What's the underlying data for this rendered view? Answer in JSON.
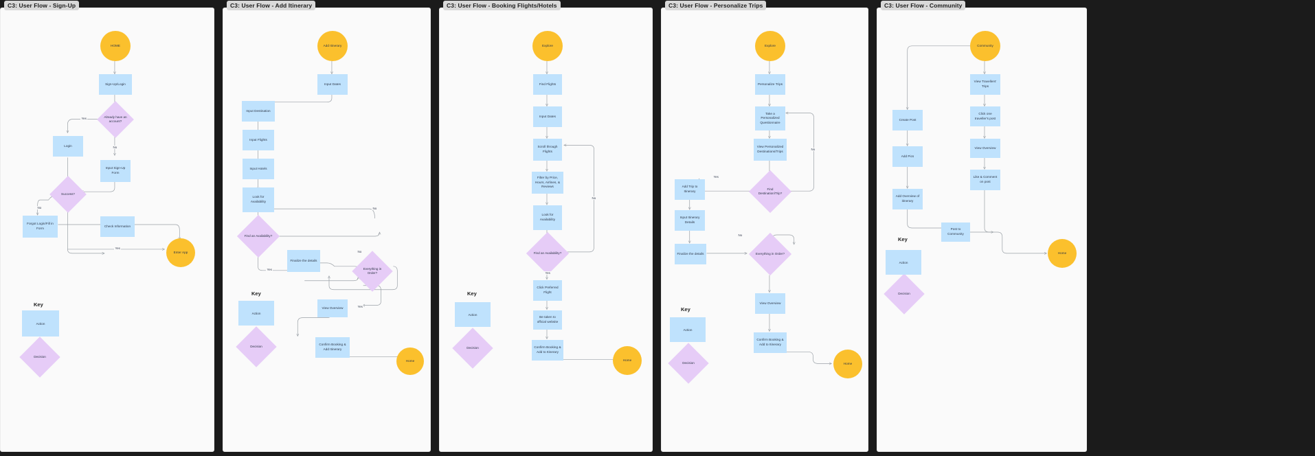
{
  "board": {
    "background": "#1b1b1b",
    "colors": {
      "action": "#bfe2fd",
      "decision": "#e6ccf7",
      "terminal": "#fbc02d",
      "canvas": "#fafafa",
      "edge": "#9aa0a6",
      "title_chip": "#d9d9d9"
    }
  },
  "frames": [
    {
      "title": "C3: User Flow - Sign-Up",
      "key": {
        "title": "Key",
        "action_label": "Action",
        "decision_label": "Decision"
      },
      "nodes": [
        {
          "id": "home",
          "type": "terminal",
          "label": "HOME"
        },
        {
          "id": "signup_login",
          "type": "action",
          "label": "Sign-Up/Login"
        },
        {
          "id": "have_account",
          "type": "decision",
          "label": "Already have an account?"
        },
        {
          "id": "login",
          "type": "action",
          "label": "Login"
        },
        {
          "id": "input_signup_form",
          "type": "action",
          "label": "Input Sign-Up Form"
        },
        {
          "id": "success",
          "type": "decision",
          "label": "Success?"
        },
        {
          "id": "forgot_login",
          "type": "action",
          "label": "Forgot Login/Fill in Form"
        },
        {
          "id": "check_information",
          "type": "action",
          "label": "Check Information"
        },
        {
          "id": "enter_app",
          "type": "terminal",
          "label": "Enter App"
        }
      ],
      "edge_labels": [
        "Yes",
        "No",
        "No",
        "Yes"
      ]
    },
    {
      "title": "C3: User Flow - Add Itinerary",
      "key": {
        "title": "Key",
        "action_label": "Action",
        "decision_label": "Decision"
      },
      "nodes": [
        {
          "id": "add_itinerary",
          "type": "terminal",
          "label": "Add Itinerary"
        },
        {
          "id": "input_dates",
          "type": "action",
          "label": "Input Dates"
        },
        {
          "id": "input_destination",
          "type": "action",
          "label": "Input Destination"
        },
        {
          "id": "input_flights",
          "type": "action",
          "label": "Input Flights"
        },
        {
          "id": "input_hotels",
          "type": "action",
          "label": "Input Hotels"
        },
        {
          "id": "look_availability",
          "type": "action",
          "label": "Look for Availability"
        },
        {
          "id": "find_availability",
          "type": "decision",
          "label": "Find an Availability?"
        },
        {
          "id": "finalize_details",
          "type": "action",
          "label": "Finalize the details"
        },
        {
          "id": "everything_order",
          "type": "decision",
          "label": "Everything in Order?"
        },
        {
          "id": "view_overview",
          "type": "action",
          "label": "View Overview"
        },
        {
          "id": "confirm_booking",
          "type": "action",
          "label": "Confirm Booking & Add Itinerary"
        },
        {
          "id": "home_end",
          "type": "terminal",
          "label": "Home"
        }
      ],
      "edge_labels": [
        "No",
        "Yes",
        "No",
        "Yes"
      ]
    },
    {
      "title": "C3: User Flow - Booking Flights/Hotels",
      "key": {
        "title": "Key",
        "action_label": "Action",
        "decision_label": "Decision"
      },
      "nodes": [
        {
          "id": "explore",
          "type": "terminal",
          "label": "Explore"
        },
        {
          "id": "find_flights",
          "type": "action",
          "label": "Find Flights"
        },
        {
          "id": "input_dates",
          "type": "action",
          "label": "Input Dates"
        },
        {
          "id": "scroll_flights",
          "type": "action",
          "label": "Scroll through Flights"
        },
        {
          "id": "filter",
          "type": "action",
          "label": "Filter by Price, Hours, Airlines, & Reviews"
        },
        {
          "id": "look_availability",
          "type": "action",
          "label": "Look for Availability"
        },
        {
          "id": "find_availability",
          "type": "decision",
          "label": "Find an Availability?"
        },
        {
          "id": "click_preferred",
          "type": "action",
          "label": "Click Preferred Flight"
        },
        {
          "id": "official_website",
          "type": "action",
          "label": "Be taken to official website"
        },
        {
          "id": "confirm_booking",
          "type": "action",
          "label": "Confirm Booking & Add to Itinerary"
        },
        {
          "id": "home_end",
          "type": "terminal",
          "label": "Home"
        }
      ],
      "edge_labels": [
        "No",
        "Yes"
      ]
    },
    {
      "title": "C3: User Flow - Personalize Trips",
      "key": {
        "title": "Key",
        "action_label": "Action",
        "decision_label": "Decision"
      },
      "nodes": [
        {
          "id": "explore",
          "type": "terminal",
          "label": "Explore"
        },
        {
          "id": "personalize_trips",
          "type": "action",
          "label": "Personalize Trips"
        },
        {
          "id": "questionnaire",
          "type": "action",
          "label": "Take a Personalized Questionnaire"
        },
        {
          "id": "view_personalized",
          "type": "action",
          "label": "View Personalized Destinations/Trips"
        },
        {
          "id": "find_destination",
          "type": "decision",
          "label": "Find Destination/Trip?"
        },
        {
          "id": "add_trip",
          "type": "action",
          "label": "Add Trip to Itinerary"
        },
        {
          "id": "input_itinerary",
          "type": "action",
          "label": "Input Itinerary Details"
        },
        {
          "id": "finalize_details",
          "type": "action",
          "label": "Finalize the details"
        },
        {
          "id": "everything_order",
          "type": "decision",
          "label": "Everything in Order?"
        },
        {
          "id": "view_overview",
          "type": "action",
          "label": "View Overview"
        },
        {
          "id": "confirm_booking",
          "type": "action",
          "label": "Confirm Booking & Add to Itinerary"
        },
        {
          "id": "home_end",
          "type": "terminal",
          "label": "Home"
        }
      ],
      "edge_labels": [
        "Yes",
        "No",
        "No"
      ]
    },
    {
      "title": "C3: User Flow - Community",
      "key": {
        "title": "Key",
        "action_label": "Action",
        "decision_label": "Decision"
      },
      "nodes": [
        {
          "id": "community",
          "type": "terminal",
          "label": "Community"
        },
        {
          "id": "view_travellers",
          "type": "action",
          "label": "View Travellers' Trips"
        },
        {
          "id": "click_post",
          "type": "action",
          "label": "Click one traveller's post"
        },
        {
          "id": "view_overview",
          "type": "action",
          "label": "View Overview"
        },
        {
          "id": "like_comment",
          "type": "action",
          "label": "Like & Comment on post"
        },
        {
          "id": "add_overview",
          "type": "action",
          "label": "Add Overview of itinerary"
        },
        {
          "id": "create_post",
          "type": "action",
          "label": "Create Post"
        },
        {
          "id": "add_pics",
          "type": "action",
          "label": "Add Pics"
        },
        {
          "id": "post_community",
          "type": "action",
          "label": "Post to Community"
        },
        {
          "id": "home_end",
          "type": "terminal",
          "label": "Home"
        }
      ],
      "edge_labels": []
    }
  ]
}
